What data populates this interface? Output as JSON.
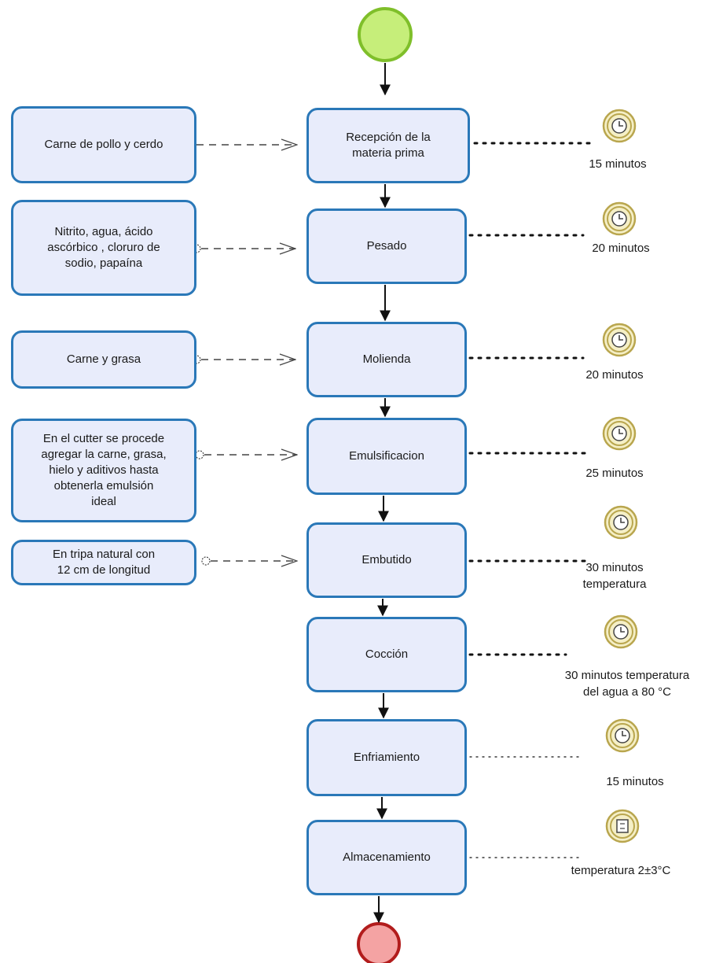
{
  "steps": [
    {
      "label": "Recepción de la\nmateria prima",
      "input": "Carne de pollo y cerdo",
      "time": "15 minutos",
      "icon": "timer-clock-icon"
    },
    {
      "label": "Pesado",
      "input": "Nitrito, agua, ácido\nascórbico , cloruro de\nsodio, papaína",
      "time": "20 minutos",
      "icon": "timer-clock-icon"
    },
    {
      "label": "Molienda",
      "input": "Carne y grasa",
      "time": "20 minutos",
      "icon": "timer-clock-icon"
    },
    {
      "label": "Emulsificacion",
      "input": "En el cutter se procede\nagregar la carne, grasa,\nhielo y aditivos hasta\nobtenerla emulsión\nideal",
      "time": "25 minutos",
      "icon": "timer-clock-icon"
    },
    {
      "label": "Embutido",
      "input": "En tripa natural con\n12 cm de longitud",
      "time": "30 minutos\ntemperatura",
      "icon": "timer-clock-icon"
    },
    {
      "label": "Cocción",
      "input": "",
      "time": "30 minutos temperatura\ndel agua a 80 °C",
      "icon": "timer-clock-icon"
    },
    {
      "label": "Enfriamiento",
      "input": "",
      "time": "15 minutos",
      "icon": "timer-clock-icon"
    },
    {
      "label": "Almacenamiento",
      "input": "",
      "time": "temperatura 2±3°C",
      "icon": "conditional-event-icon"
    }
  ],
  "colors": {
    "start_fill": "#c6ee7a",
    "start_stroke": "#7fbf2a",
    "end_fill": "#f4a3a3",
    "end_stroke": "#b21c1c",
    "box_fill": "#e8ecfb",
    "box_stroke": "#2a78b8",
    "timer_fill": "#f5efc6",
    "timer_stroke": "#b9a64e"
  }
}
